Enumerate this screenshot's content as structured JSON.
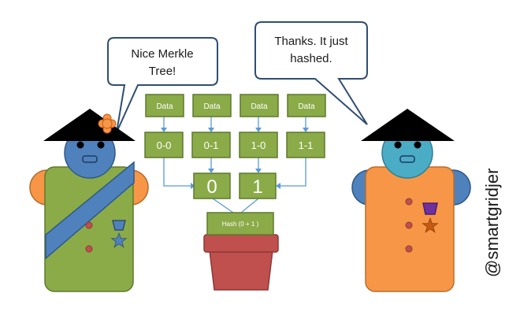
{
  "left_bubble": {
    "lines": [
      "Nice Merkle",
      "Tree!"
    ]
  },
  "right_bubble": {
    "lines": [
      "Thanks. It just",
      "hashed."
    ]
  },
  "tree": {
    "data_labels": [
      "Data",
      "Data",
      "Data",
      "Data"
    ],
    "leaf_hashes": [
      "0-0",
      "0-1",
      "1-0",
      "1-1"
    ],
    "level_hashes": [
      "0",
      "1"
    ],
    "root_label": "Hash (0 + 1 )"
  },
  "handle": "@smartgridjer",
  "colors": {
    "box_green": "#8aab48",
    "box_border": "#5d7a2c",
    "pot_red": "#c0504d",
    "left_body": "#8aab48",
    "right_body": "#f79646",
    "sash_blue": "#4f81bd",
    "hat": "#000000",
    "connector_blue": "#5b9bd5",
    "bubble_border": "#2f4d73"
  },
  "icons": [
    "hat-icon",
    "flower-badge-icon",
    "star-medal-icon",
    "speech-bubble-icon"
  ]
}
